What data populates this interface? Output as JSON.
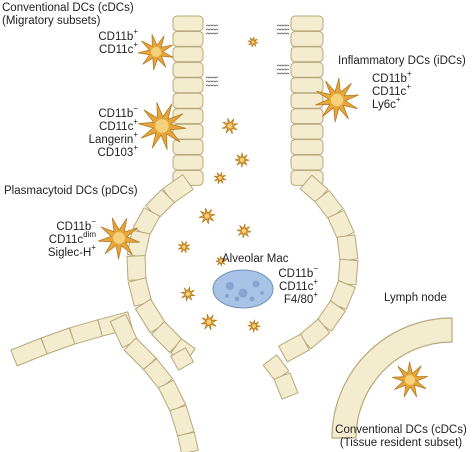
{
  "colors": {
    "cell_fill": "#f4eccf",
    "cell_stroke": "#b7a87b",
    "dc_fill": "#e6a63c",
    "dc_center": "#f5d27a",
    "mac_fill": "#a9c3e6",
    "mac_stroke": "#6f8fb8",
    "text": "#222222"
  },
  "icons": {
    "dendritic_cell": "star-burst-icon",
    "macrophage": "oval-cell-icon",
    "mucus": "wavy-lines-icon"
  },
  "labels": {
    "cdc_migratory": {
      "line1": "Conventional DCs (cDCs)",
      "line2": "(Migratory subsets)"
    },
    "cdc_group1": [
      {
        "base": "CD11b",
        "sup": "+"
      },
      {
        "base": "CD11c",
        "sup": "+"
      }
    ],
    "cdc_group2": [
      {
        "base": "CD11b",
        "sup": "−"
      },
      {
        "base": "CD11c",
        "sup": "+"
      },
      {
        "base": "Langerin",
        "sup": "+"
      },
      {
        "base": "CD103",
        "sup": "+"
      }
    ],
    "idc": {
      "title": "Inflammatory DCs (iDCs)",
      "markers": [
        {
          "base": "CD11b",
          "sup": "+"
        },
        {
          "base": "CD11c",
          "sup": "+"
        },
        {
          "base": "Ly6c",
          "sup": "+"
        }
      ]
    },
    "pdc": {
      "title": "Plasmacytoid DCs (pDCs)",
      "markers": [
        {
          "base": "CD11b",
          "sup": "−"
        },
        {
          "base": "CD11c",
          "sup": "dim"
        },
        {
          "base": "Siglec-H",
          "sup": "+"
        }
      ]
    },
    "alveolar_mac": {
      "title": "Alveolar Mac",
      "markers": [
        {
          "base": "CD11b",
          "sup": "−"
        },
        {
          "base": "CD11c",
          "sup": "+"
        },
        {
          "base": "F4/80",
          "sup": "+"
        }
      ]
    },
    "lymph_node": "Lymph node",
    "cdc_resident": {
      "line1": "Conventional DCs (cDCs)",
      "line2": "(Tissue resident subset)"
    }
  }
}
